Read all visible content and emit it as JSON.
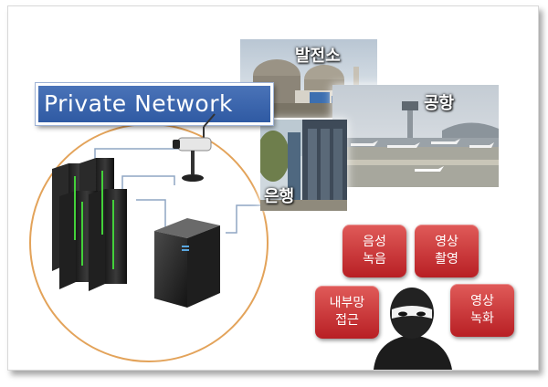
{
  "title": "Private Network",
  "photos": {
    "power_plant": "발전소",
    "airport": "공항",
    "bank": "은행"
  },
  "actions": [
    {
      "line1": "음성",
      "line2": "녹음"
    },
    {
      "line1": "영상",
      "line2": "촬영"
    },
    {
      "line1": "내부망",
      "line2": "접근"
    },
    {
      "line1": "영상",
      "line2": "녹화"
    }
  ],
  "colors": {
    "title_bg": "#2f5aa3",
    "circle_stroke": "#e3a35a",
    "action_red": "#c7282c",
    "link_line": "#8fa6c4"
  }
}
